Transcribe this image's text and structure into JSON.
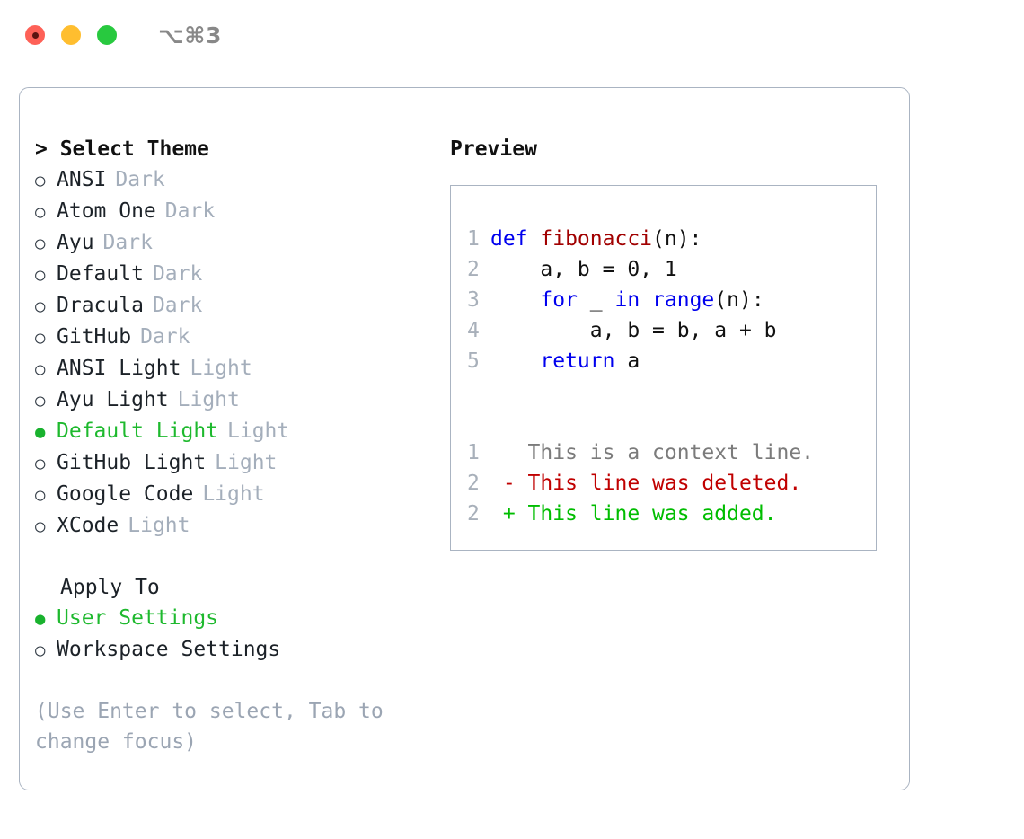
{
  "window": {
    "traffic_lights": [
      {
        "name": "close",
        "color": "#fe6157"
      },
      {
        "name": "minimize",
        "color": "#ffbe2f"
      },
      {
        "name": "maximize",
        "color": "#28c93f"
      }
    ],
    "shortcut": "⌥⌘3"
  },
  "theme_picker": {
    "header": "> Select Theme",
    "selected_marker": "●",
    "unselected_marker": "○",
    "options": [
      {
        "label": "ANSI",
        "tag": "Dark",
        "selected": false
      },
      {
        "label": "Atom One",
        "tag": "Dark",
        "selected": false
      },
      {
        "label": "Ayu",
        "tag": "Dark",
        "selected": false
      },
      {
        "label": "Default",
        "tag": "Dark",
        "selected": false
      },
      {
        "label": "Dracula",
        "tag": "Dark",
        "selected": false
      },
      {
        "label": "GitHub",
        "tag": "Dark",
        "selected": false
      },
      {
        "label": "ANSI Light",
        "tag": "Light",
        "selected": false
      },
      {
        "label": "Ayu Light",
        "tag": "Light",
        "selected": false
      },
      {
        "label": "Default Light",
        "tag": "Light",
        "selected": true
      },
      {
        "label": "GitHub Light",
        "tag": "Light",
        "selected": false
      },
      {
        "label": "Google Code",
        "tag": "Light",
        "selected": false
      },
      {
        "label": "XCode",
        "tag": "Light",
        "selected": false
      }
    ]
  },
  "apply_to": {
    "title": "Apply To",
    "options": [
      {
        "label": "User Settings",
        "selected": true
      },
      {
        "label": "Workspace Settings",
        "selected": false
      }
    ]
  },
  "hint": "(Use Enter to select, Tab to change focus)",
  "preview": {
    "title": "Preview",
    "code_lines": [
      {
        "number": "1",
        "tokens": [
          {
            "text": "def ",
            "kind": "kw"
          },
          {
            "text": "fibonacci",
            "kind": "fn"
          },
          {
            "text": "(n):",
            "kind": "plain"
          }
        ]
      },
      {
        "number": "2",
        "tokens": [
          {
            "text": "    a, b = 0, 1",
            "kind": "plain"
          }
        ]
      },
      {
        "number": "3",
        "tokens": [
          {
            "text": "    ",
            "kind": "plain"
          },
          {
            "text": "for",
            "kind": "kw"
          },
          {
            "text": " _ ",
            "kind": "plain"
          },
          {
            "text": "in",
            "kind": "kw"
          },
          {
            "text": " ",
            "kind": "plain"
          },
          {
            "text": "range",
            "kind": "kw"
          },
          {
            "text": "(n):",
            "kind": "plain"
          }
        ]
      },
      {
        "number": "4",
        "tokens": [
          {
            "text": "        a, b = b, a + b",
            "kind": "plain"
          }
        ]
      },
      {
        "number": "5",
        "tokens": [
          {
            "text": "    ",
            "kind": "plain"
          },
          {
            "text": "return",
            "kind": "kw"
          },
          {
            "text": " a",
            "kind": "plain"
          }
        ]
      }
    ],
    "diff_lines": [
      {
        "number": "1",
        "text": "   This is a context line.",
        "kind": "ctx"
      },
      {
        "number": "2",
        "text": " - This line was deleted.",
        "kind": "del"
      },
      {
        "number": "2",
        "text": " + This line was added.",
        "kind": "add"
      }
    ]
  },
  "colors": {
    "accent_green": "#1eb92e",
    "tag_gray": "#a4aebb",
    "hint_gray": "#9ba5b3",
    "border": "#aab4c2",
    "keyword_blue": "#0000ee",
    "function_red": "#a10000",
    "diff_add": "#00bd00",
    "diff_del": "#c00000",
    "line_number": "#a8b0ba"
  }
}
